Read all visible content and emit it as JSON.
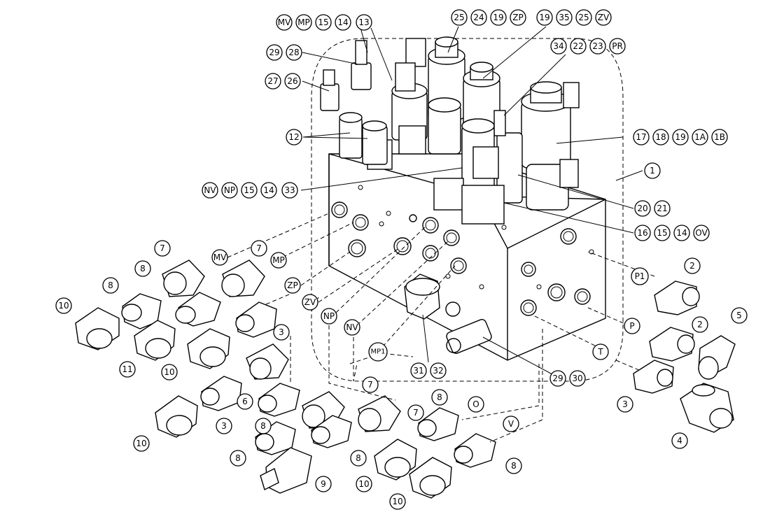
{
  "callouts": {
    "mv": "MV",
    "mp": "MP",
    "n15": "15",
    "n14": "14",
    "n13": "13",
    "n25": "25",
    "n24": "24",
    "n19": "19",
    "zp": "ZP",
    "n19b": "19",
    "n35": "35",
    "n25b": "25",
    "zv": "ZV",
    "n29": "29",
    "n28": "28",
    "n34": "34",
    "n22": "22",
    "n23": "23",
    "pr": "PR",
    "n27": "27",
    "n26": "26",
    "n12": "12",
    "n17": "17",
    "n18": "18",
    "n19c": "19",
    "a1": "1A",
    "b1": "1B",
    "n1": "1",
    "nv": "NV",
    "np": "NP",
    "n15b": "15",
    "n14b": "14",
    "n33": "33",
    "n20": "20",
    "n21": "21",
    "n16": "16",
    "n15c": "15",
    "n14c": "14",
    "ov": "OV",
    "lbl_mv": "MV",
    "lbl_mp": "MP",
    "lbl_zp": "ZP",
    "lbl_zv": "ZV",
    "lbl_np": "NP",
    "lbl_nv": "NV",
    "lbl_mp1": "MP1",
    "n7a": "7",
    "n7b": "7",
    "n8a": "8",
    "n8b": "8",
    "n10a": "10",
    "n11": "11",
    "n10b": "10",
    "n3a": "3",
    "n6": "6",
    "n3b": "3",
    "n8c": "8",
    "n10c": "10",
    "n31": "31",
    "n32": "32",
    "n29b": "29",
    "n30": "30",
    "lbl_p1": "P1",
    "n2a": "2",
    "lbl_p": "P",
    "n2b": "2",
    "n5": "5",
    "lbl_t": "T",
    "n3c": "3",
    "n4": "4",
    "n7c": "7",
    "n7d": "7",
    "n8d": "8",
    "lbl_o": "O",
    "lbl_v": "V",
    "n8e": "8",
    "n8f": "8",
    "n8g": "8",
    "n9": "9",
    "n10d": "10",
    "n10e": "10"
  }
}
